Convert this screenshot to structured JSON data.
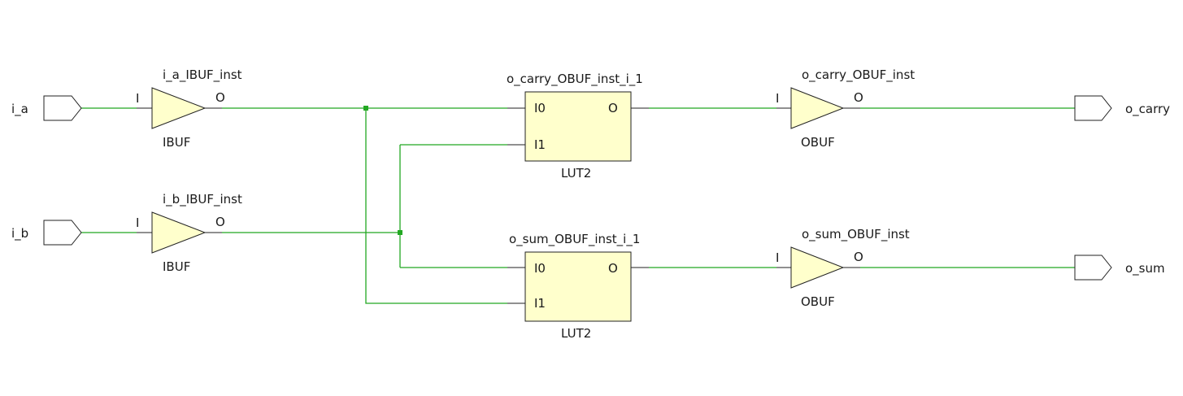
{
  "ports": {
    "i_a": "i_a",
    "i_b": "i_b",
    "o_carry": "o_carry",
    "o_sum": "o_sum"
  },
  "cells": {
    "i_a_ibuf": {
      "name": "i_a_IBUF_inst",
      "type": "IBUF",
      "pin_in": "I",
      "pin_out": "O"
    },
    "i_b_ibuf": {
      "name": "i_b_IBUF_inst",
      "type": "IBUF",
      "pin_in": "I",
      "pin_out": "O"
    },
    "carry_lut": {
      "name": "o_carry_OBUF_inst_i_1",
      "type": "LUT2",
      "pin_i0": "I0",
      "pin_i1": "I1",
      "pin_out": "O"
    },
    "sum_lut": {
      "name": "o_sum_OBUF_inst_i_1",
      "type": "LUT2",
      "pin_i0": "I0",
      "pin_i1": "I1",
      "pin_out": "O"
    },
    "carry_obuf": {
      "name": "o_carry_OBUF_inst",
      "type": "OBUF",
      "pin_in": "I",
      "pin_out": "O"
    },
    "sum_obuf": {
      "name": "o_sum_OBUF_inst",
      "type": "OBUF",
      "pin_in": "I",
      "pin_out": "O"
    }
  },
  "colors": {
    "wire": "#22a822",
    "cell_fill": "#ffffcc",
    "outline": "#222222"
  }
}
